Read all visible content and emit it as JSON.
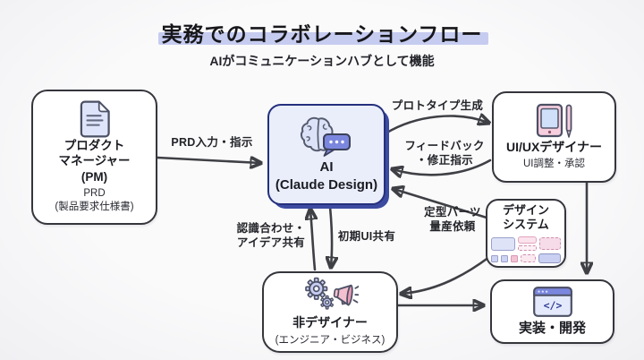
{
  "slide": {
    "title": "実務でのコラボレーションフロー",
    "subtitle": "AIがコミュニケーションハブとして機能"
  },
  "nodes": {
    "pm": {
      "name": "プロダクト\nマネージャー\n(PM)",
      "detail": "PRD\n(製品要求仕様書)",
      "icon": "document-icon"
    },
    "ai": {
      "name": "AI\n(Claude Design)",
      "icon": "brain-chat-icon"
    },
    "uiux": {
      "name": "UI/UXデザイナー",
      "detail": "UI調整・承認",
      "icon": "tablet-pen-icon"
    },
    "design_system": {
      "name": "デザイン\nシステム",
      "icon": "ui-components-icon"
    },
    "non_designer": {
      "name": "非デザイナー",
      "detail": "(エンジニア・ビジネス)",
      "icon": "gears-megaphone-icon"
    },
    "dev": {
      "name": "実装・開発",
      "icon": "code-window-icon",
      "icon_glyph": "</>"
    }
  },
  "edges": {
    "pm_to_ai": "PRD入力・指示",
    "ai_to_uiux": "プロトタイプ生成",
    "uiux_to_ai": "フィードバック\n・修正指示",
    "non_designer_to_ai": "認識合わせ・\nアイデア共有",
    "ai_to_non_designer": "初期UI共有",
    "design_system_to_ai": "定型パーツ\n量産依頼"
  },
  "colors": {
    "background": "#f6f6f8",
    "title_highlight": "#c6ccf0",
    "box_border": "#35363c",
    "ai_box_fill": "#eaeefb",
    "ai_box_border": "#25307c",
    "ai_box_shadow": "#3c4ba0",
    "arrow": "#3f4045",
    "lavender": "#ccd3f3",
    "pink": "#f5c7d6",
    "bubble_purple": "#7b87de"
  }
}
